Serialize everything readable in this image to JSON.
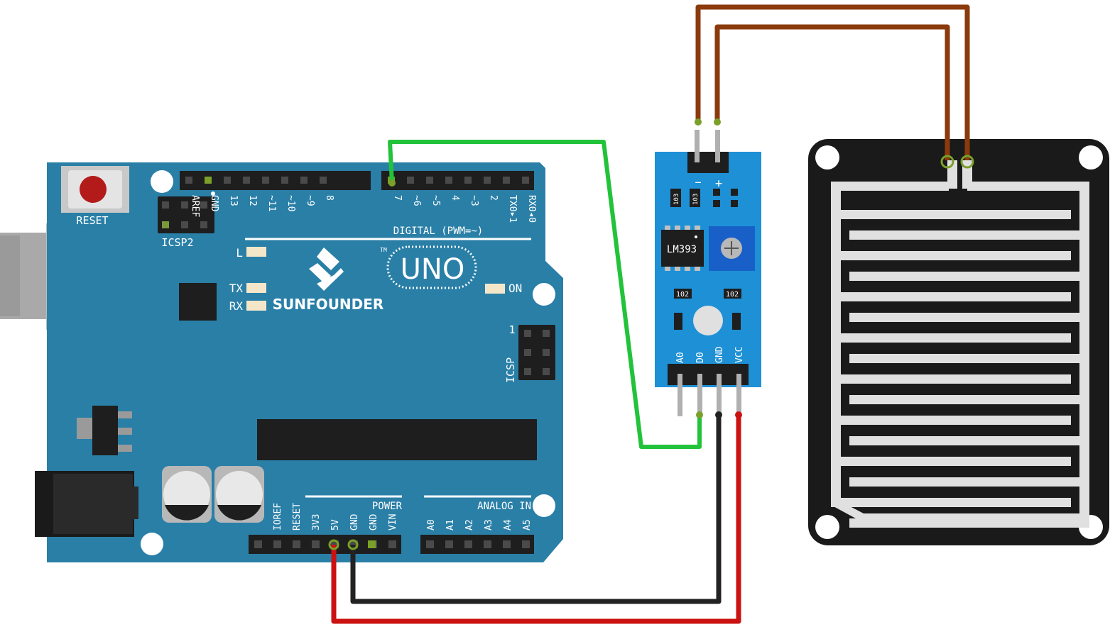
{
  "arduino": {
    "reset_label": "RESET",
    "icsp2_label": "ICSP2",
    "icsp_label": "ICSP",
    "icsp_pin1": "1",
    "brand": "SUNFOUNDER",
    "model": "UNO",
    "tm": "TM",
    "led_l": "L",
    "led_tx": "TX",
    "led_rx": "RX",
    "led_on": "ON",
    "digital_header": "DIGITAL (PWM=~)",
    "digital_pins": [
      "AREF",
      "GND",
      "13",
      "12",
      "~11",
      "~10",
      "~9",
      "8",
      "7",
      "~6",
      "~5",
      "4",
      "~3",
      "2",
      "TX0▸1",
      "RX0◂0"
    ],
    "power_header": "POWER",
    "power_pins": [
      "IOREF",
      "RESET",
      "3V3",
      "5V",
      "GND",
      "GND",
      "VIN"
    ],
    "analog_header": "ANALOG IN",
    "analog_pins": [
      "A0",
      "A1",
      "A2",
      "A3",
      "A4",
      "A5"
    ]
  },
  "module": {
    "chip_label": "LM393",
    "resistor_labels": [
      "103",
      "103",
      "102",
      "102"
    ],
    "input_pins": [
      "−",
      "+"
    ],
    "output_pins": [
      "A0",
      "D0",
      "GND",
      "VCC"
    ]
  },
  "colors": {
    "board": "#2a7fa7",
    "module": "#1e90d6",
    "wire_green": "#22c33b",
    "wire_brown": "#8b3a0c",
    "wire_black": "#222222",
    "wire_red": "#cc1111",
    "sensor_plate": "#1a1a1a",
    "sensor_traces": "#e0e0e0"
  }
}
